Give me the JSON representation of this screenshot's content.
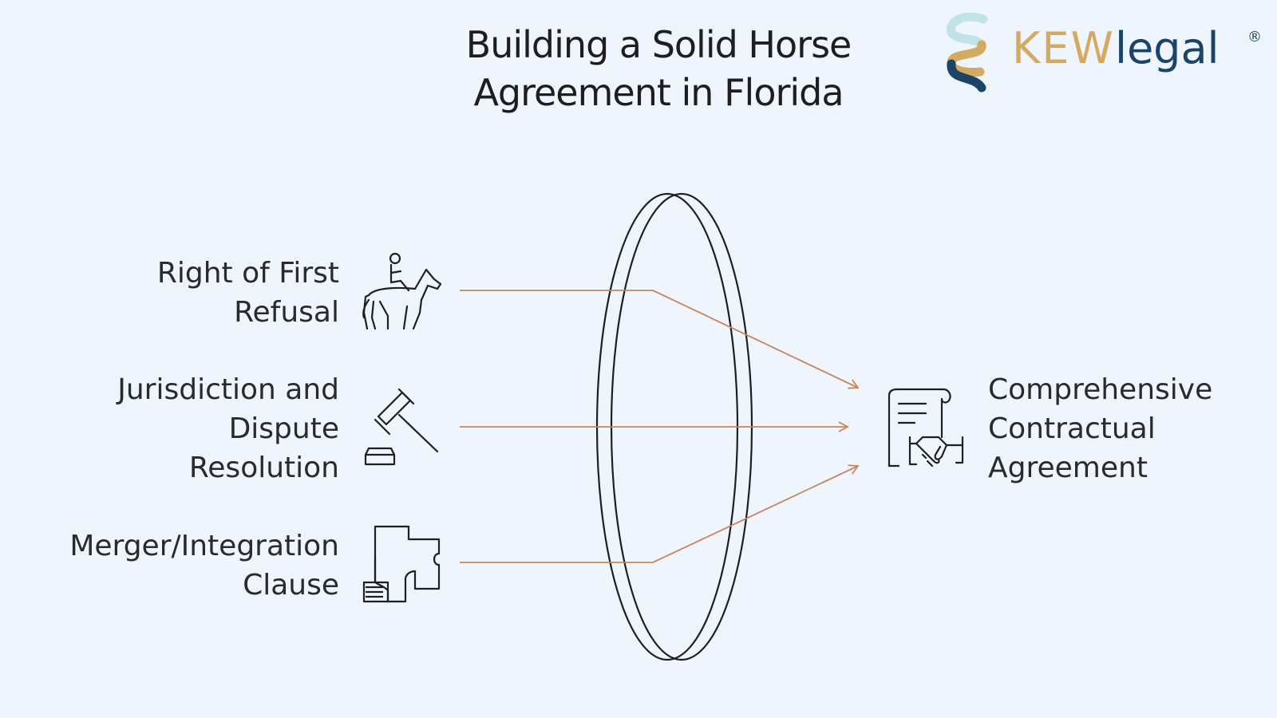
{
  "title": {
    "line1": "Building a Solid Horse",
    "line2": "Agreement in Florida"
  },
  "logo": {
    "kew": "KEW",
    "legal": "legal",
    "reg": "®"
  },
  "inputs": [
    {
      "lines": [
        "Right of First",
        "Refusal"
      ],
      "icon": "horse-rider-icon"
    },
    {
      "lines": [
        "Jurisdiction and",
        "Dispute",
        "Resolution"
      ],
      "icon": "gavel-icon"
    },
    {
      "lines": [
        "Merger/Integration",
        "Clause"
      ],
      "icon": "puzzle-document-icon"
    }
  ],
  "output": {
    "lines": [
      "Comprehensive",
      "Contractual",
      "Agreement"
    ],
    "icon": "contract-handshake-icon"
  },
  "colors": {
    "background": "#eef5fc",
    "arrow": "#c8845e",
    "lens": "#1f1f1f",
    "text": "#2a2a2a",
    "logo_gold": "#d4aa63",
    "logo_navy": "#1b4468"
  }
}
